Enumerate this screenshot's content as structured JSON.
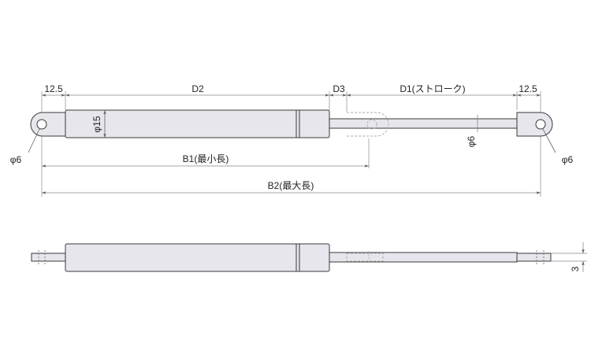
{
  "dimensions": {
    "eye_left_width": "12.5",
    "cylinder_length": "D2",
    "rod_end_length": "D3",
    "stroke": "D1(ストローク)",
    "eye_right_width": "12.5",
    "cylinder_diameter": "φ15",
    "rod_diameter": "φ6",
    "hole_left": "φ6",
    "hole_right": "φ6",
    "min_length": "B1(最小長)",
    "max_length": "B2(最大長)",
    "thickness": "3"
  },
  "colors": {
    "line": "#3a3a3a",
    "body_fill": "#e6e6ec",
    "dim_line": "#888888",
    "ghost": "#aaaaaa"
  }
}
